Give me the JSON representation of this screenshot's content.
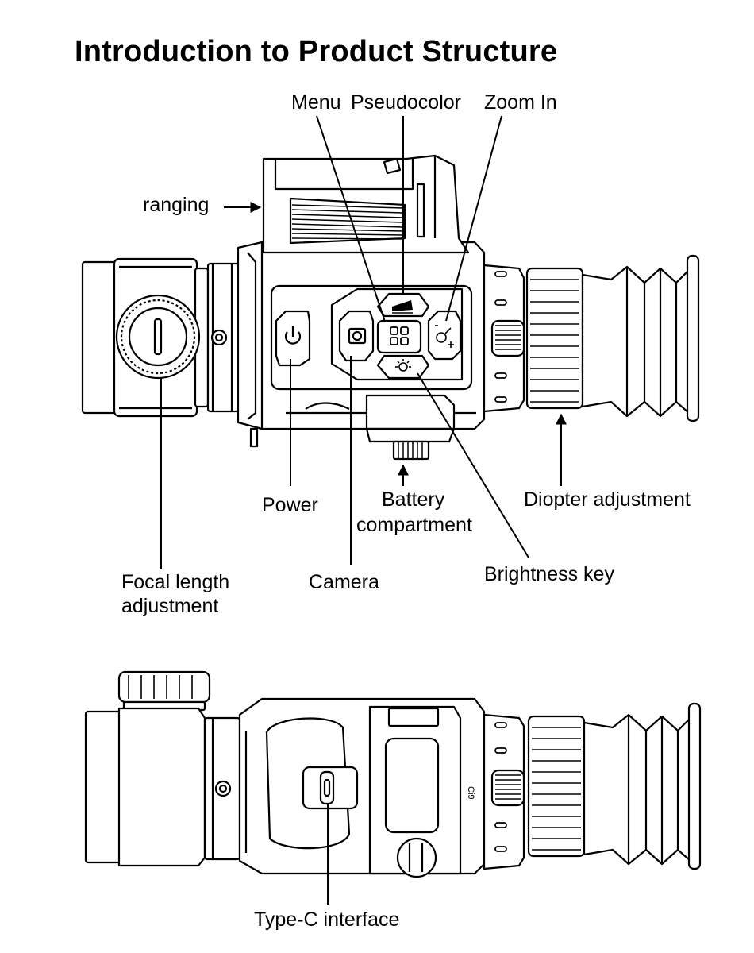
{
  "title": "Introduction to Product Structure",
  "labels": {
    "menu": "Menu",
    "pseudocolor": "Pseudocolor",
    "zoom_in": "Zoom In",
    "ranging": "ranging",
    "power": "Power",
    "battery_line1": "Battery",
    "battery_line2": "compartment",
    "diopter": "Diopter adjustment",
    "focal_line1": "Focal length",
    "focal_line2": "adjustment",
    "camera": "Camera",
    "brightness": "Brightness key",
    "type_c": "Type-C interface"
  },
  "device_text": {
    "side_marking": "Ci9"
  },
  "icons": [
    "power-icon",
    "camera-icon",
    "menu-icon",
    "pseudocolor-icon",
    "zoom-in-icon",
    "brightness-icon",
    "focus-knob-icon",
    "screw-icon"
  ]
}
